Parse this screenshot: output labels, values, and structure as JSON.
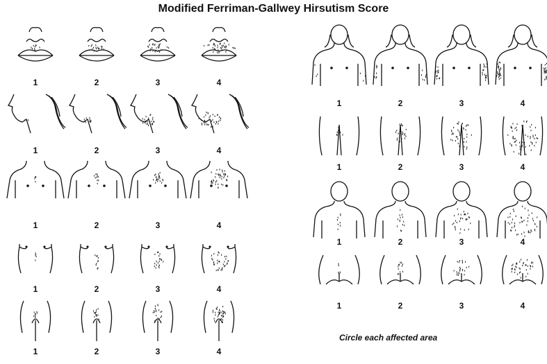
{
  "title": "Modified Ferriman-Gallwey Hirsutism Score",
  "instruction": "Circle each affected area",
  "left_rows": [
    {
      "region": "upper-lip",
      "scores": [
        "1",
        "2",
        "3",
        "4"
      ]
    },
    {
      "region": "chin",
      "scores": [
        "1",
        "2",
        "3",
        "4"
      ]
    },
    {
      "region": "chest",
      "scores": [
        "1",
        "2",
        "3",
        "4"
      ]
    },
    {
      "region": "upper-abdomen",
      "scores": [
        "1",
        "2",
        "3",
        "4"
      ]
    },
    {
      "region": "lower-abdomen",
      "scores": [
        "1",
        "2",
        "3",
        "4"
      ]
    }
  ],
  "right_rows": [
    {
      "region": "upper-arms",
      "scores": [
        "1",
        "2",
        "3",
        "4"
      ]
    },
    {
      "region": "thighs",
      "scores": [
        "1",
        "2",
        "3",
        "4"
      ]
    },
    {
      "region": "back",
      "scores": [
        "1",
        "2",
        "3",
        "4"
      ]
    },
    {
      "region": "lower-back",
      "scores": [
        "1",
        "2",
        "3",
        "4"
      ]
    }
  ]
}
